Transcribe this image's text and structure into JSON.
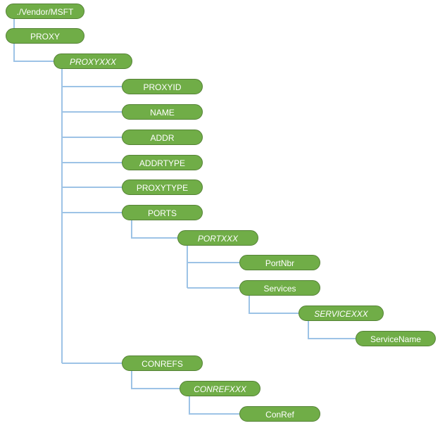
{
  "diagram": {
    "type": "tree",
    "description": "PROXY configuration service provider tree",
    "colors": {
      "node_fill": "#70AD47",
      "node_border": "#548235",
      "node_text": "#FFFFFF",
      "connector": "#9DC3E6",
      "background": "#FFFFFF"
    },
    "nodes": [
      {
        "label": "./Vendor/MSFT",
        "parent": null,
        "style": "regular"
      },
      {
        "label": "PROXY",
        "parent": "./Vendor/MSFT",
        "style": "regular"
      },
      {
        "label": "PROXYXXX",
        "parent": "PROXY",
        "style": "italic-placeholder"
      },
      {
        "label": "PROXYID",
        "parent": "PROXYXXX",
        "style": "regular"
      },
      {
        "label": "NAME",
        "parent": "PROXYXXX",
        "style": "regular"
      },
      {
        "label": "ADDR",
        "parent": "PROXYXXX",
        "style": "regular"
      },
      {
        "label": "ADDRTYPE",
        "parent": "PROXYXXX",
        "style": "regular"
      },
      {
        "label": "PROXYTYPE",
        "parent": "PROXYXXX",
        "style": "regular"
      },
      {
        "label": "PORTS",
        "parent": "PROXYXXX",
        "style": "regular"
      },
      {
        "label": "PORTXXX",
        "parent": "PORTS",
        "style": "italic-placeholder"
      },
      {
        "label": "PortNbr",
        "parent": "PORTXXX",
        "style": "regular"
      },
      {
        "label": "Services",
        "parent": "PORTXXX",
        "style": "regular"
      },
      {
        "label": "SERVICEXXX",
        "parent": "Services",
        "style": "italic-placeholder"
      },
      {
        "label": "ServiceName",
        "parent": "SERVICEXXX",
        "style": "regular"
      },
      {
        "label": "CONREFS",
        "parent": "PROXYXXX",
        "style": "regular"
      },
      {
        "label": "CONREFXXX",
        "parent": "CONREFS",
        "style": "italic-placeholder"
      },
      {
        "label": "ConRef",
        "parent": "CONREFXXX",
        "style": "regular"
      }
    ]
  }
}
